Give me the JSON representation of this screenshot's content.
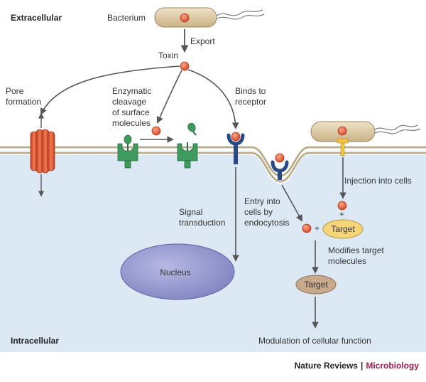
{
  "labels": {
    "extracellular": "Extracellular",
    "intracellular": "Intracellular",
    "bacterium": "Bacterium",
    "export": "Export",
    "toxin": "Toxin",
    "pore_formation": [
      "Pore",
      "formation"
    ],
    "enzymatic_cleavage": [
      "Enzymatic",
      "cleavage",
      "of surface",
      "molecules"
    ],
    "binds_to_receptor": [
      "Binds to",
      "receptor"
    ],
    "injection_into_cells": "Injection into cells",
    "entry_into_cells": [
      "Entry into",
      "cells by",
      "endocytosis"
    ],
    "signal_transduction": [
      "Signal",
      "transduction"
    ],
    "target_top": "Target",
    "target_bottom": "Target",
    "plus_1": "+",
    "plus_2": "+",
    "modifies_target": [
      "Modifies target",
      "molecules"
    ],
    "nucleus": "Nucleus",
    "modulation": "Modulation of cellular function"
  },
  "footer": {
    "journal": "Nature Reviews",
    "separator": "|",
    "section": "Microbiology"
  },
  "colors": {
    "cytoplasm": "#dce9f5",
    "membrane": "#c9bc9c",
    "toxin": "#e86a46",
    "bacterium": "#d9c6a0",
    "receptor_green": "#3f9a5e",
    "receptor_navy": "#274a86",
    "nucleus": "#8c8fc7",
    "target": "#f5d57a",
    "target_modified": "#c9a98c",
    "arrow": "#555555",
    "brand": "#9b1c4e"
  }
}
